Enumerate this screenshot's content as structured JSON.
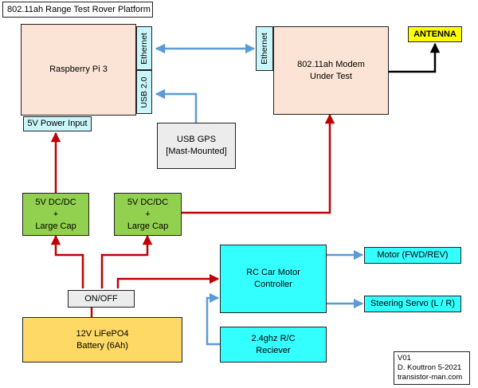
{
  "title": "802.11ah Range Test Rover Platform",
  "raspberry_pi": "Raspberry Pi 3",
  "pi_ethernet": "Ethernet",
  "pi_usb": "USB 2.0",
  "power_input": "5V Power Input",
  "modem_ethernet": "Ethernet",
  "modem": {
    "line1": "802.11ah Modem",
    "line2": "Under Test"
  },
  "antenna": "ANTENNA",
  "gps": {
    "line1": "USB GPS",
    "line2": "[Mast-Mounted]"
  },
  "dcdc_left": {
    "line1": "5V DC/DC",
    "line2": "+",
    "line3": "Large Cap"
  },
  "dcdc_right": {
    "line1": "5V DC/DC",
    "line2": "+",
    "line3": "Large Cap"
  },
  "motor_controller": {
    "line1": "RC Car Motor",
    "line2": "Controller"
  },
  "motor": "Motor (FWD/REV)",
  "steering": "Steering Servo (L / R)",
  "switch": "ON/OFF",
  "battery": {
    "line1": "12V LiFePO4",
    "line2": "Battery (6Ah)"
  },
  "receiver": {
    "line1": "2.4ghz R/C",
    "line2": "Reciever"
  },
  "version": {
    "line1": "V01",
    "line2": "D. Kouttron 5-2021",
    "line3": "transistor-man.com"
  },
  "colors": {
    "power": "#c00000",
    "data": "#5b9bd5",
    "antenna_line": "#000000"
  }
}
